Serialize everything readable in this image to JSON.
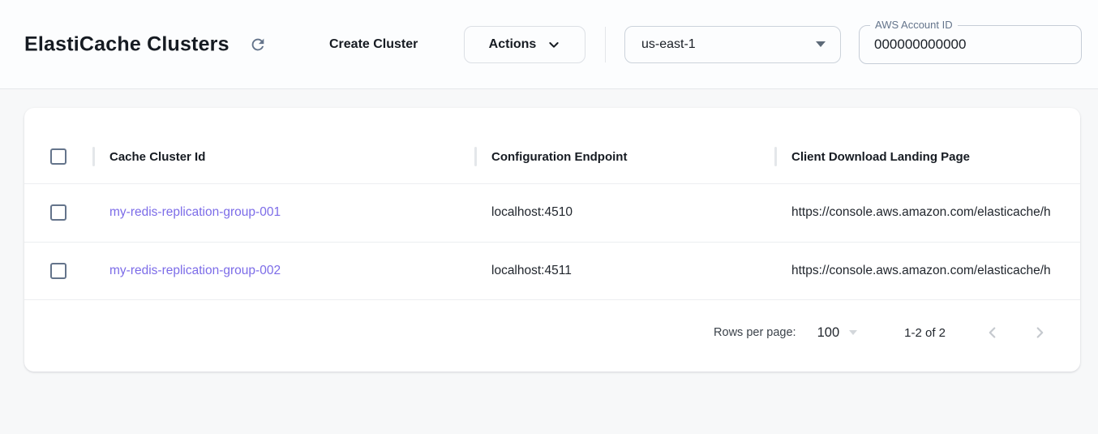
{
  "header": {
    "title": "ElastiCache Clusters",
    "create_button_label": "Create Cluster",
    "actions_button_label": "Actions",
    "region_select": {
      "value": "us-east-1"
    },
    "account_field": {
      "label": "AWS Account ID",
      "value": "000000000000"
    }
  },
  "table": {
    "columns": [
      "Cache Cluster Id",
      "Configuration Endpoint",
      "Client Download Landing Page"
    ],
    "rows": [
      {
        "cache_cluster_id": "my-redis-replication-group-001",
        "configuration_endpoint": "localhost:4510",
        "client_download_landing_page": "https://console.aws.amazon.com/elasticache/h"
      },
      {
        "cache_cluster_id": "my-redis-replication-group-002",
        "configuration_endpoint": "localhost:4511",
        "client_download_landing_page": "https://console.aws.amazon.com/elasticache/h"
      }
    ],
    "pagination": {
      "rows_per_page_label": "Rows per page:",
      "rows_per_page_value": "100",
      "range_label": "1-2 of 2"
    }
  },
  "icons": {
    "refresh": "circular-clockwise-arrow",
    "actions_chevron": "chevron-down",
    "region_caret": "triangle-down",
    "rows_per_page_caret": "triangle-down",
    "page_prev": "chevron-left",
    "page_next": "chevron-right",
    "checkbox_state": "unchecked"
  },
  "colors": {
    "link": "#7c6ce8",
    "icon_slate": "#64748b",
    "page_background": "#f7f8f9",
    "card_background": "#ffffff",
    "disabled_chevron": "#c5c9ce"
  }
}
